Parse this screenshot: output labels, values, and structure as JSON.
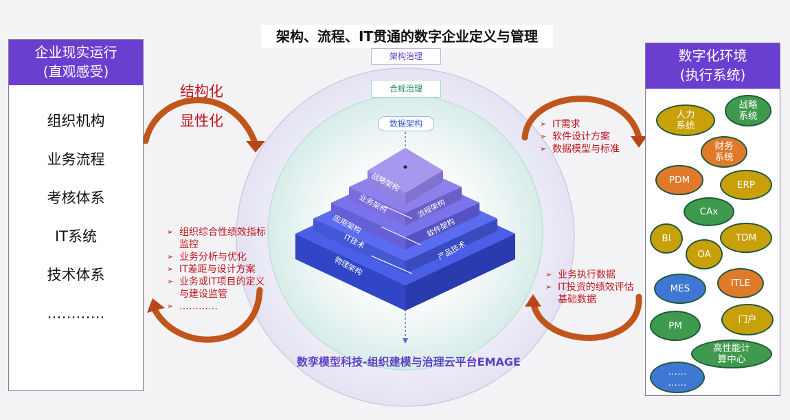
{
  "title": "架构、流程、IT贯通的数字企业定义与管理",
  "left_panel": {
    "header_line1": "企业现实运行",
    "header_line2": "(直观感受)",
    "items": [
      "组织机构",
      "业务流程",
      "考核体系",
      "IT系统",
      "技术体系",
      "…………"
    ]
  },
  "right_panel": {
    "header_line1": "数字化环境",
    "header_line2": "(执行系统)",
    "systems": [
      {
        "line1": "人力",
        "line2": "系统"
      },
      {
        "line1": "战略",
        "line2": "系统"
      },
      {
        "line1": "财务",
        "line2": "系统"
      },
      {
        "line1": "PDM",
        "line2": ""
      },
      {
        "line1": "ERP",
        "line2": ""
      },
      {
        "line1": "CAx",
        "line2": ""
      },
      {
        "line1": "BI",
        "line2": ""
      },
      {
        "line1": "TDM",
        "line2": ""
      },
      {
        "line1": "OA",
        "line2": ""
      },
      {
        "line1": "MES",
        "line2": ""
      },
      {
        "line1": "ITLE",
        "line2": ""
      },
      {
        "line1": "PM",
        "line2": ""
      },
      {
        "line1": "门户",
        "line2": ""
      },
      {
        "line1": "高性能计",
        "line2": "算中心"
      },
      {
        "line1": "……",
        "line2": "……"
      }
    ]
  },
  "labels": {
    "structured": "结构化",
    "explicit": "显性化"
  },
  "top_right_bullets": [
    "IT需求",
    "软件设计方案",
    "数据模型与标准"
  ],
  "bottom_left_bullets": [
    "组织综合性绩效指标监控",
    "业务分析与优化",
    "IT差距与设计方案",
    "业务或IT项目的定义与建设监管",
    "…………"
  ],
  "bottom_right_bullets": [
    "业务执行数据",
    "IT投资的绩效评估基础数据"
  ],
  "governance": {
    "arch": "架构治理",
    "compliance": "合规治理",
    "data": "数据架构"
  },
  "pyramid": {
    "strategy": "战略架构",
    "business": "业务架构",
    "process": "流程架构",
    "application": "应用架构",
    "software": "软件架构",
    "it_tech": "IT技术",
    "product_tech": "产品技术",
    "physical": "物理架构"
  },
  "caption": "数孪模型科技-组织建模与治理云平台EMAGE",
  "colors": {
    "purple_header": "#6a3fcf",
    "red_text": "#c0141c",
    "arrow": "#c0561c"
  }
}
